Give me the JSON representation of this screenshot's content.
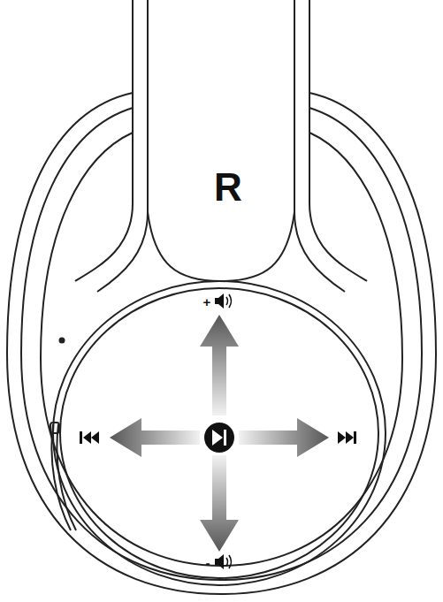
{
  "diagram": {
    "labels": [
      "R",
      "+",
      "-"
    ]
  }
}
